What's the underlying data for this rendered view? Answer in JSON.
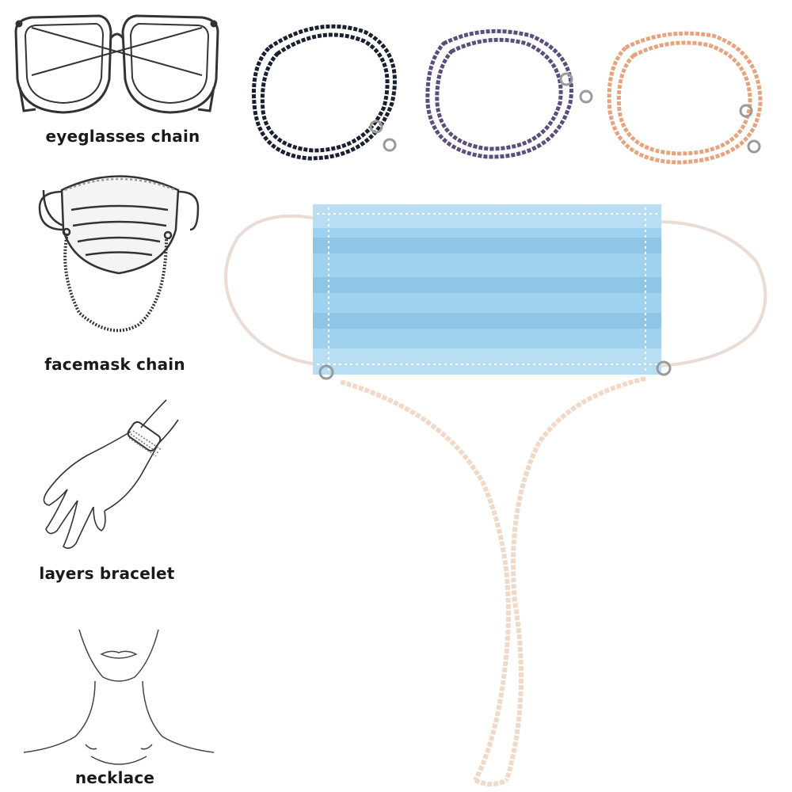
{
  "uses": [
    {
      "label": "eyeglasses chain",
      "icon": "eyeglasses-icon"
    },
    {
      "label": "facemask chain",
      "icon": "facemask-icon"
    },
    {
      "label": "layers bracelet",
      "icon": "hand-bracelet-icon"
    },
    {
      "label": "necklace",
      "icon": "neck-icon"
    }
  ],
  "colors": {
    "chain_black": "#1b2030",
    "chain_purple": "#5b4e7c",
    "chain_orange": "#e7a37d",
    "chain_cream": "#f1d9c9",
    "mask_blue": "#9fd2ee",
    "line_art": "#333333"
  }
}
